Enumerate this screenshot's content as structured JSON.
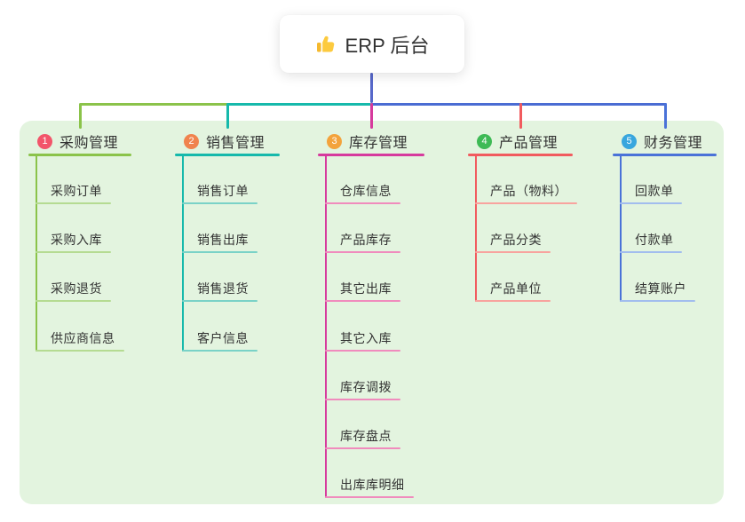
{
  "root": {
    "icon": "thumbs-up-icon",
    "label": "ERP 后台"
  },
  "connector": {
    "stem_color": "#5768ca",
    "right_segment_color": "#4a6cd3"
  },
  "panel_color": "#e3f4df",
  "text_color": "#333333",
  "branches": [
    {
      "badge": "1",
      "label": "采购管理",
      "badge_color": "#f2556a",
      "line_color": "#8bc34a",
      "child_line_color": "#b5db92",
      "children": [
        "采购订单",
        "采购入库",
        "采购退货",
        "供应商信息"
      ]
    },
    {
      "badge": "2",
      "label": "销售管理",
      "badge_color": "#f0834e",
      "line_color": "#16b9ab",
      "child_line_color": "#7ad2c7",
      "children": [
        "销售订单",
        "销售出库",
        "销售退货",
        "客户信息"
      ]
    },
    {
      "badge": "3",
      "label": "库存管理",
      "badge_color": "#f3a33c",
      "line_color": "#d63a9d",
      "child_line_color": "#f08bbd",
      "children": [
        "仓库信息",
        "产品库存",
        "其它出库",
        "其它入库",
        "库存调拨",
        "库存盘点",
        "出库库明细"
      ]
    },
    {
      "badge": "4",
      "label": "产品管理",
      "badge_color": "#3eba55",
      "line_color": "#f15b5e",
      "child_line_color": "#f8a39e",
      "children": [
        "产品（物料）",
        "产品分类",
        "产品单位"
      ]
    },
    {
      "badge": "5",
      "label": "财务管理",
      "badge_color": "#38a6de",
      "line_color": "#4a72d8",
      "child_line_color": "#a2bdee",
      "children": [
        "回款单",
        "付款单",
        "结算账户"
      ]
    }
  ]
}
